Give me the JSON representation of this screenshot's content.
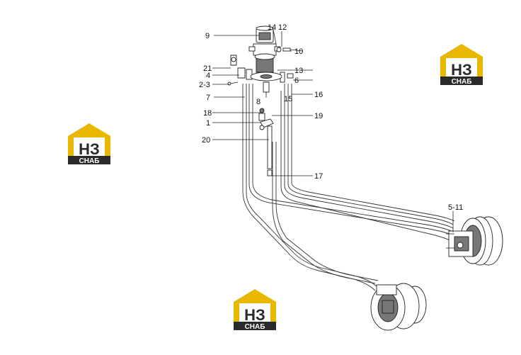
{
  "labels": {
    "l9": "9",
    "l14": "14",
    "l12": "12",
    "l10": "10",
    "l21": "21",
    "l13": "13",
    "l4": "4",
    "l6": "6",
    "l2_3": "2-3",
    "l7": "7",
    "l16": "16",
    "l15": "15",
    "l8": "8",
    "l18": "18",
    "l19": "19",
    "l1": "1",
    "l20": "20",
    "l17": "17",
    "l5_11": "5-11"
  },
  "logo": {
    "letters": "НЗ",
    "caption": "СНАБ",
    "colors": {
      "roof": "#e8b800",
      "dark": "#2a2a2a",
      "white": "#ffffff"
    }
  }
}
